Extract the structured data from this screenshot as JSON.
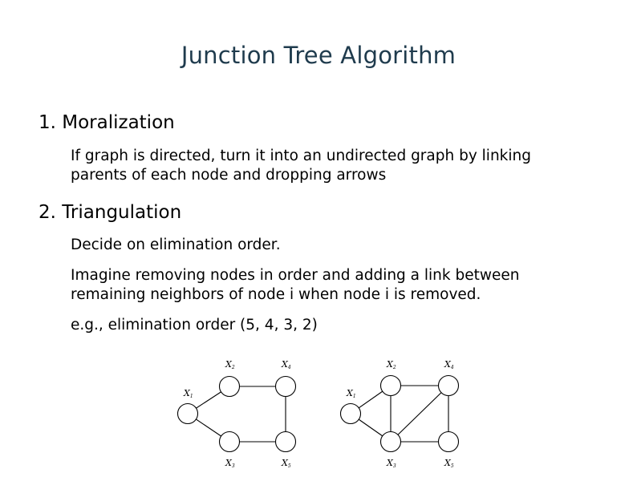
{
  "slide": {
    "title": "Junction Tree Algorithm",
    "section1": {
      "heading": "1. Moralization",
      "lines": [
        "If graph is directed, turn it into an undirected graph by linking",
        "parents of each node and dropping arrows"
      ]
    },
    "section2": {
      "heading": "2. Triangulation",
      "lines": [
        "Decide on elimination order.",
        "Imagine removing nodes in order and adding a link between",
        "remaining neighbors of node i when node i is removed.",
        "e.g., elimination order (5, 4, 3, 2)"
      ]
    },
    "graphs": {
      "left": {
        "nodes": [
          {
            "id": "x1",
            "var": "X",
            "sub": "1"
          },
          {
            "id": "x2",
            "var": "X",
            "sub": "2"
          },
          {
            "id": "x3",
            "var": "X",
            "sub": "3"
          },
          {
            "id": "x4",
            "var": "X",
            "sub": "4"
          },
          {
            "id": "x5",
            "var": "X",
            "sub": "5"
          }
        ],
        "edges": [
          [
            "x1",
            "x2"
          ],
          [
            "x1",
            "x3"
          ],
          [
            "x2",
            "x4"
          ],
          [
            "x3",
            "x5"
          ],
          [
            "x4",
            "x5"
          ]
        ]
      },
      "right": {
        "nodes": [
          {
            "id": "x1",
            "var": "X",
            "sub": "1"
          },
          {
            "id": "x2",
            "var": "X",
            "sub": "2"
          },
          {
            "id": "x3",
            "var": "X",
            "sub": "3"
          },
          {
            "id": "x4",
            "var": "X",
            "sub": "4"
          },
          {
            "id": "x5",
            "var": "X",
            "sub": "5"
          }
        ],
        "edges": [
          [
            "x1",
            "x2"
          ],
          [
            "x1",
            "x3"
          ],
          [
            "x2",
            "x4"
          ],
          [
            "x3",
            "x5"
          ],
          [
            "x4",
            "x5"
          ],
          [
            "x2",
            "x3"
          ],
          [
            "x3",
            "x4"
          ]
        ]
      }
    }
  }
}
